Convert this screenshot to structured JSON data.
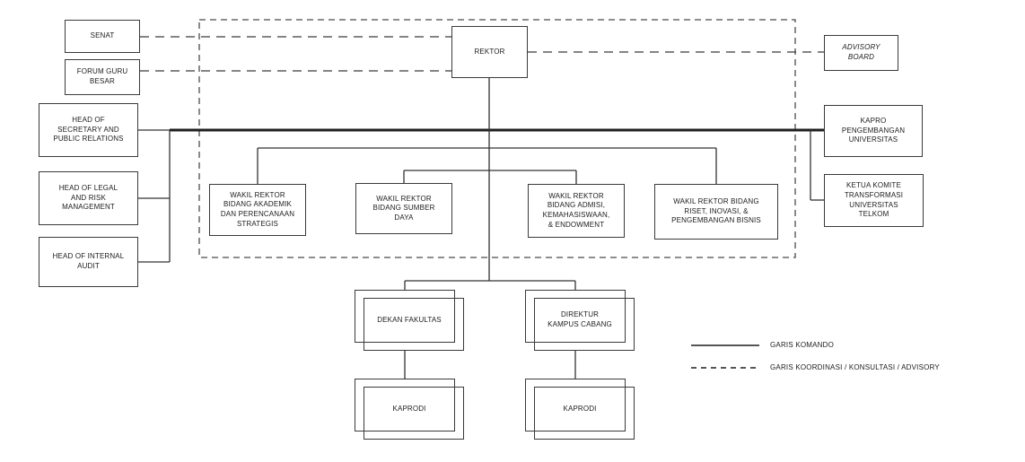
{
  "nodes": {
    "senat": "SENAT",
    "forum_guru_besar": "FORUM GURU\nBESAR",
    "head_secretary": "HEAD OF\nSECRETARY AND\nPUBLIC RELATIONS",
    "head_legal": "HEAD OF LEGAL\nAND RISK\nMANAGEMENT",
    "head_audit": "HEAD OF INTERNAL\nAUDIT",
    "rektor": "REKTOR",
    "advisory_board": "ADVISORY\nBOARD",
    "kapro_pengembangan": "KAPRO\nPENGEMBANGAN\nUNIVERSITAS",
    "ketua_komite": "KETUA KOMITE\nTRANSFORMASI\nUNIVERSITAS\nTELKOM",
    "wakil_akademik": "WAKIL REKTOR\nBIDANG AKADEMIK\nDAN PERENCANAAN\nSTRATEGIS",
    "wakil_sumber_daya": "WAKIL REKTOR\nBIDANG SUMBER\nDAYA",
    "wakil_admisi": "WAKIL REKTOR\nBIDANG ADMISI,\nKEMAHASISWAAN,\n& ENDOWMENT",
    "wakil_riset": "WAKIL REKTOR BIDANG\nRISET, INOVASI, &\nPENGEMBANGAN BISNIS",
    "dekan_fakultas": "DEKAN FAKULTAS",
    "direktur_kampus_cabang": "DIREKTUR\nKAMPUS CABANG",
    "kaprodi_fakultas": "KAPRODI",
    "kaprodi_cabang": "KAPRODI"
  },
  "legend": {
    "komando": "GARIS KOMANDO",
    "koordinasi": "GARIS KOORDINASI / KONSULTASI / ADVISORY"
  },
  "colors": {
    "line": "#333333",
    "thick_line": "#1f1f1f",
    "border": "#3a3a3a",
    "background": "#ffffff",
    "text": "#1c1c1c"
  }
}
